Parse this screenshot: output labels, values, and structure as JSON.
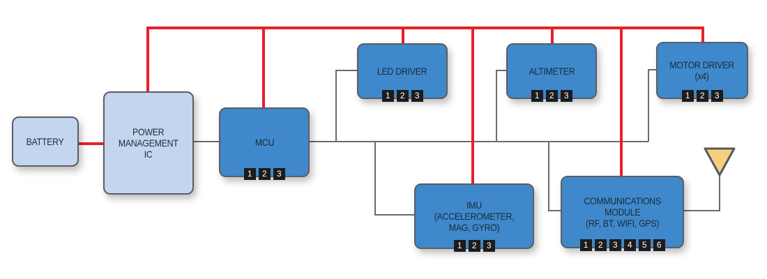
{
  "diagram": {
    "colors": {
      "power_line": "#e8202a",
      "signal_line": "#6b6b6b",
      "power_block_fill": "#c4d6ee",
      "module_block_fill": "#3f88cb",
      "antenna_fill": "#f6cf7e",
      "pin_fill": "#1c1c1c"
    },
    "blocks": {
      "battery": {
        "label": "BATTERY"
      },
      "pmic": {
        "label": "POWER\nMANAGEMENT\nIC"
      },
      "mcu": {
        "label": "MCU",
        "pins": [
          "1",
          "2",
          "3"
        ]
      },
      "led_driver": {
        "label": "LED DRIVER",
        "pins": [
          "1",
          "2",
          "3"
        ]
      },
      "altimeter": {
        "label": "ALTIMETER",
        "pins": [
          "1",
          "2",
          "3"
        ]
      },
      "motor_driver": {
        "label": "MOTOR DRIVER\n(x4)",
        "pins": [
          "1",
          "2",
          "3"
        ]
      },
      "imu": {
        "label": "IMU\n(ACCELEROMETER,\nMAG, GYRO)",
        "pins": [
          "1",
          "2",
          "3"
        ]
      },
      "comms": {
        "label": "COMMUNICATIONS\nMODULE\n(RF, BT, WIFI, GPS)",
        "pins": [
          "1",
          "2",
          "3",
          "4",
          "5",
          "6"
        ]
      }
    },
    "antenna": {
      "icon": "antenna-icon"
    },
    "connections": {
      "power": [
        "battery-pmic",
        "pmic-power-rail",
        "rail-mcu",
        "rail-led-driver",
        "rail-imu",
        "rail-altimeter",
        "rail-comms",
        "rail-motor-driver"
      ],
      "signal": [
        "pmic-mcu",
        "mcu-bus",
        "bus-led-driver",
        "bus-imu",
        "bus-altimeter",
        "bus-comms",
        "bus-motor-driver",
        "comms-antenna"
      ]
    }
  }
}
